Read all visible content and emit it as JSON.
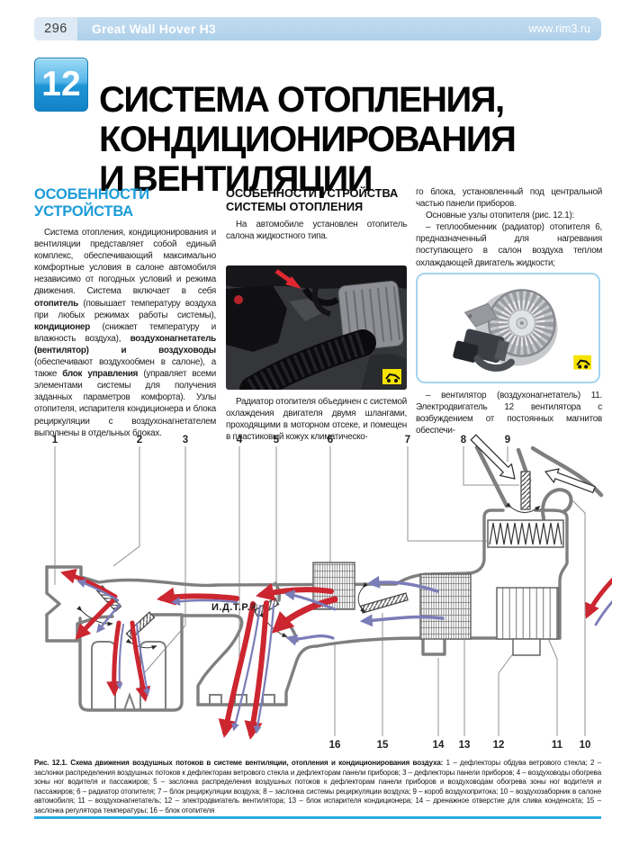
{
  "header": {
    "page_number": "296",
    "title": "Great Wall Hover H3",
    "site": "www.rim3.ru"
  },
  "chapter": {
    "number": "12",
    "title_line1": "СИСТЕМА ОТОПЛЕНИЯ,",
    "title_line2": "КОНДИЦИОНИРОВАНИЯ",
    "title_line3": "И ВЕНТИЛЯЦИИ"
  },
  "col1": {
    "heading_line1": "ОСОБЕННОСТИ",
    "heading_line2": "УСТРОЙСТВА",
    "para": [
      "Система отопления, кондиционирования и вентиляции представляет собой единый комплекс, обеспечивающий максимально комфортные условия в салоне автомобиля независимо от погодных условий и режима движения. Система включает в себя ",
      "отопитель",
      " (повышает температуру воздуха при любых режимах работы системы), ",
      "кондиционер",
      " (снижает температуру и влажность воздуха), ",
      "воздухонагнетатель (вентилятор) и воздуховоды",
      " (обеспечивают воздухообмен в салоне), а также ",
      "блок управления",
      " (управляет всеми элементами системы для получения заданных параметров комфорта). Узлы отопителя, испарителя кондиционера и блока рециркуляции с воздухонагнетателем выполнены в отдельных блоках."
    ]
  },
  "col2": {
    "heading_line1": "ОСОБЕННОСТИ УСТРОЙСТВА",
    "heading_line2": "СИСТЕМЫ ОТОПЛЕНИЯ",
    "para1": "На автомобиле установлен отопитель салона жидкостного типа.",
    "para2": "Радиатор отопителя объединен с системой охлаждения двигателя двумя шлангами, проходящими в моторном отсеке, и помещен в пластиковый кожух климатическо-"
  },
  "col3": {
    "para1": "го блока, установленный под центральной частью панели приборов.",
    "para2": "Основные узлы отопителя (рис. 12.1):",
    "para3": "– теплообменник (радиатор) отопителя 6, предназначенный для нагревания поступающего в салон воздуха теплом охлаждающей двигатель жидкости;",
    "para4": "– вентилятор (воздухонагнетатель) 11. Электродвигатель 12 вентилятора с возбуждением от постоянных магнитов обеспечи-"
  },
  "icons": {
    "photo_badge": "car-pictogram",
    "photo_badge_color": "#f6e300"
  },
  "diagram": {
    "watermark": "И.Д.Т.Р.®",
    "callouts_top": [
      "1",
      "2",
      "3",
      "4",
      "5",
      "6",
      "7",
      "8",
      "9"
    ],
    "callouts_bottom": [
      "16",
      "15",
      "14",
      "13",
      "12",
      "11",
      "10"
    ],
    "colors": {
      "hot_air": "#cc2630",
      "cool_air": "#7b7db8",
      "duct_outline": "#7f7f7f"
    }
  },
  "caption": {
    "lead": "Рис. 12.1. Схема движения воздушных потоков в системе вентиляции, отопления и кондиционирования воздуха:",
    "body": " 1 – дефлекторы обдува ветрового стекла; 2 – заслонки распределения воздушных потоков к дефлекторам ветрового стекла и дефлекторам панели приборов; 3 – дефлекторы панели приборов; 4 – воздуховоды обогрева зоны ног водителя и пассажиров; 5 – заслонка распределения воздушных потоков к дефлекторам панели приборов и воздуховодам обогрева зоны ног водителя и пассажиров; 6 – радиатор отопителя; 7 – блок рециркуляции воздуха; 8 – заслонка системы рециркуляции воздуха; 9 – короб воздухопритока; 10 – воздухозаборник в салоне автомобиля; 11 – воздухонагнетатель; 12 – электродвигатель вентилятора; 13 – блок испарителя кондиционера; 14 – дренажное отверстие для слива конденсата; 15 – заслонка регулятора температуры; 16 – блок отопителя"
  }
}
